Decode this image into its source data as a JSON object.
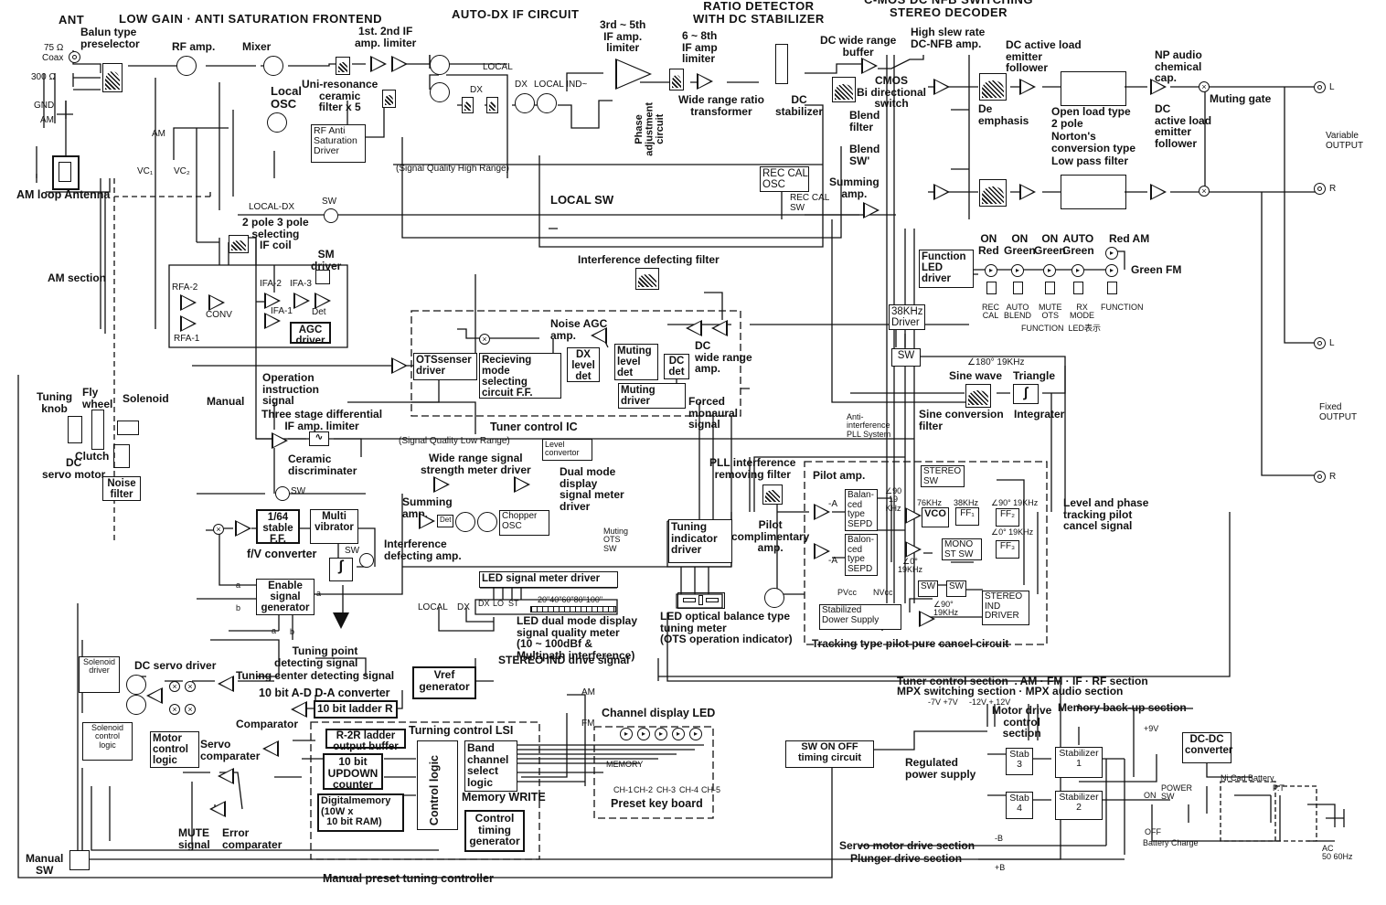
{
  "sections": {
    "ant": "ANT",
    "frontend": "LOW GAIN · ANTI SATURATION FRONTEND",
    "autodx": "AUTO-DX IF CIRCUIT",
    "ratio": "RATIO DETECTOR\nWITH DC STABILIZER",
    "decoder": "C-MOS DC NFB SWITCHING\nSTEREO DECODER",
    "am_section": "AM section",
    "tuner_ic": "Tuner control IC",
    "lsi": "Turning control LSI",
    "manual_preset": "Manual preset tuning controller",
    "tracking": "Tracking type pilot pure cancel circuit",
    "regulated": "Regulated\npower supply",
    "memory_backup": "Memory back-up section",
    "motor_drive": "Motor drive\ncontrol\nsection"
  },
  "frontend": {
    "coax": "75 Ω\nCoax",
    "ohm300": "300 Ω",
    "gnd": "GND",
    "am": "AM",
    "loop": "AM loop Antenna",
    "balun": "Balun type\npreselector",
    "rfamp": "RF amp.",
    "mixer": "Mixer",
    "localosc": "Local\nOSC",
    "uniresonance": "Uni-resonance\nceramic\nfilter x 5",
    "if12": "1st. 2nd IF\namp. limiter",
    "rf_anti": "RF Anti\nSaturation\nDriver",
    "am_vc": "AM",
    "vc1": "VC₁",
    "vc2": "VC₂"
  },
  "autodx": {
    "local": "LOCAL",
    "dx1": "DX",
    "dx2": "DX",
    "local_ind": "LOCAL IND~",
    "sq_high": "(Signal Quality High Range)",
    "if35": "3rd ~ 5th\nIF amp.\nlimiter",
    "phase": "Phase\nadjustment\ncircuit",
    "local_sw": "LOCAL SW"
  },
  "ratio": {
    "if68": "6 ~ 8th\nIF amp\nlimiter",
    "wide_ratio": "Wide range ratio\ntransformer",
    "dc_stab": "DC\nstabilizer",
    "dc_buffer": "DC wide range\nbuffer"
  },
  "decoder": {
    "slew": "High slew rate\nDC-NFB amp.",
    "cmos": "CMOS\nBi directional\nswitch",
    "blend_filter": "Blend\nfilter",
    "blend_sw": "Blend\nSW'",
    "rec_cal_osc": "REC CAL\nOSC",
    "rec_cal_sw": "REC CAL\nSW",
    "summing": "Summing\namp.",
    "deemph": "De\nemphasis",
    "dc_active1": "DC active load\nemitter\nfollower",
    "lpf": "Open load type\n2 pole\nNorton's\nconversion type\nLow pass filter",
    "np_cap": "NP audio\nchemical\ncap.",
    "dc_active2": "DC\nactive load\nemitter\nfollower",
    "muting_gate": "Muting gate",
    "variable": "Variable\nOUTPUT",
    "fixed": "Fixed\nOUTPUT",
    "L": "L",
    "R": "R",
    "L2": "L",
    "R2": "R",
    "drv38": "38KHz\nDriver",
    "sw": "SW",
    "angle180": "∠180° 19KHz",
    "sine": "Sine wave",
    "triangle": "Triangle",
    "sine_conv": "Sine conversion\nfilter",
    "integrater": "Integrater",
    "anti_pll": "Anti-\ninterference\nPLL System",
    "level_phase": "Level and phase\ntracking pilot\ncancel signal"
  },
  "function_led": {
    "driver": "Function\nLED\ndriver",
    "states": [
      "ON\nRed",
      "ON\nGreen",
      "ON\nGreen",
      "AUTO\nGreen",
      "Red AM"
    ],
    "green_fm": "Green FM",
    "keys": [
      "REC\nCAL",
      "AUTO\nBLEND",
      "MUTE\nOTS",
      "RX\nMODE",
      "FUNCTION"
    ],
    "caption": "FUNCTION  LED表示"
  },
  "am": {
    "localdx": "LOCAL-DX",
    "sw": "SW",
    "ifcoil": "2 pole 3 pole\nselecting\nIF coil",
    "sm_driver": "SM\ndriver",
    "rfa2": "RFA-2",
    "rfa1": "RFA-1",
    "conv": "CONV",
    "ifa2": "IFA-2",
    "ifa3": "IFA-3",
    "ifa1": "IFA-1",
    "det": "Det",
    "agc": "AGC\ndriver"
  },
  "tunerIC": {
    "interference_filter": "Interference defecting filter",
    "noise_agc": "Noise AGC\namp.",
    "ots": "OTSsenser\ndriver",
    "recv": "Recieving\nmode\nselecting\ncircuit F.F.",
    "dx_level": "DX\nlevel\ndet",
    "muting_level": "Muting\nlevel\ndet",
    "dc_det": "DC\ndet",
    "dc_wide": "DC\nwide range\namp.",
    "muting_driver": "Muting\ndriver",
    "forced_mono": "Forced\nmonaural\nsignal",
    "op_instr": "Operation\ninstruction\nsignal",
    "sq_low": "(Signal Quality Low Range)",
    "level_conv": "Level\nconvertor",
    "wide_range": "Wide range signal\nstrength meter driver",
    "dual_mode": "Dual mode\ndisplay\nsignal meter\ndriver",
    "summing": "Summing\namp.",
    "det": "Det",
    "chopper": "Chopper\nOSC",
    "interf_amp": "Interference\ndefecting amp.",
    "muting_ots": "Muting\nOTS\nSW"
  },
  "meter": {
    "led_driver": "LED signal meter driver",
    "local": "LOCAL",
    "dx": "DX",
    "indicators": [
      "DX",
      "LO",
      "ST"
    ],
    "scale": "20\"40\"60\"80\"100\"",
    "caption": "LED dual mode display\nsignal quality meter\n(10 ~ 100dBf &\nMultipath interference)",
    "stereo_ind": "STEREO IND drive signal"
  },
  "tuning": {
    "knob": "Tuning\nknob",
    "flywheel": "Fly\nwheel",
    "solenoid": "Solenoid",
    "clutch": "Clutch",
    "servo_motor": "DC\nservo motor",
    "noise_filter": "Noise\nfilter",
    "manual": "Manual",
    "three_stage": "Three stage differential\nIF amp. limiter",
    "ceramic": "Ceramic\ndiscriminater",
    "sw": "SW",
    "ff64": "1/64\nstable\nF.F.",
    "multivib": "Multi\nvibrator",
    "fv": "f/V converter",
    "sw2": "SW",
    "enable": "Enable\nsignal\ngenerator",
    "a": "a",
    "b": "b",
    "tuning_point": "Tuning point\ndetecting signal",
    "tuning_center": "Tuning center detecting signal",
    "sol_driver": "Solenoid\ndriver",
    "dc_servo": "DC servo driver",
    "sol_logic": "Solenoid\ncontrol\nlogic",
    "motor_logic": "Motor\ncontrol\nlogic",
    "servo_comp": "Servo\ncomparater",
    "comparator": "Comparator",
    "mute_signal": "MUTE\nsignal",
    "error_comp": "Error\ncomparater",
    "manual_sw": "Manual\nSW",
    "ad_da": "10 bit A-D D-A converter",
    "ladder": "10 bit ladder R",
    "r2r": "R-2R ladder\noutput buffer",
    "updown": "10 bit\nUPDOWN\ncounter",
    "digmem": "Digitalmemory\n(10W x\n  10 bit RAM)",
    "vref": "Vref\ngenerator",
    "control_logic": "Control logic",
    "band": "Band\nchannel\nselect\nlogic",
    "mem_write": "Memory WRITE",
    "timing": "Control\ntiming\ngenerator"
  },
  "preset": {
    "am": "AM",
    "fm": "FM",
    "channel_led": "Channel display LED",
    "memory": "MEMORY",
    "channels": [
      "CH-1",
      "CH-2",
      "CH-3",
      "CH-4",
      "CH-5"
    ],
    "keyboard": "Preset key board"
  },
  "pll": {
    "pll_filter": "PLL interference\nremoving filter",
    "pilot_amp": "Pilot amp.",
    "pilot_comp": "Pilot\ncomplimentary\namp.",
    "minusA1": "-A",
    "minusA2": "-A",
    "sepd1": "Balan-\nced\ntype\nSEPD",
    "sepd2": "Balon-\nced\ntype\nSEPD",
    "ang90": "∠90\n19\nKHz",
    "f76": "76KHz",
    "vco": "VCO",
    "f38": "38KHz",
    "ff1": "FF₁",
    "ff2": "FF₂",
    "ff3": "FF₃",
    "ang90_19": "∠90° 19KHz",
    "ang0_19": "∠0° 19KHz",
    "stereo_sw": "STEREO\nSW",
    "mono": "MONO\nST SW",
    "ang0": "∠0°\n19KHz",
    "sw1": "SW",
    "sw2": "SW",
    "ang90b": "∠90°\n19KHz",
    "stereo_ind": "STEREO\nIND\nDRIVER",
    "pvcc": "PVcc",
    "nvcc": "NVcc",
    "stabilized": "Stabilized\nDower Supply",
    "tuning_ind": "Tuning\nindicator\ndriver",
    "led_optical": "LED optical balance type\ntuning meter\n(OTS operation indicator)"
  },
  "power": {
    "tuner_sec": "Tuner control section  . AM · FM · IF · RF section",
    "mpx_sec": "MPX switching section · MPX audio section",
    "v7": "-7V +7V",
    "v12": "-12V + 12V",
    "sw_timing": "SW ON OFF\ntiming circuit",
    "stab3": "Stab\n3",
    "stab4": "Stab\n4",
    "stabilizer1": "Stabilizer\n1",
    "stabilizer2": "Stabilizer\n2",
    "v9": "+9V",
    "dcdc": "DC-DC\nconverter",
    "nicad": "Ni Cad Battery",
    "on": "ON",
    "off": "OFF",
    "power_sw": "POWER\nSW",
    "battery_charge": "Battery Charge",
    "pt": "P.T",
    "ac": "AC\n50 60Hz",
    "servo_drive": "Servo motor drive section",
    "plunger": "Plunger drive section",
    "minusB": "-B",
    "plusB": "+B"
  }
}
